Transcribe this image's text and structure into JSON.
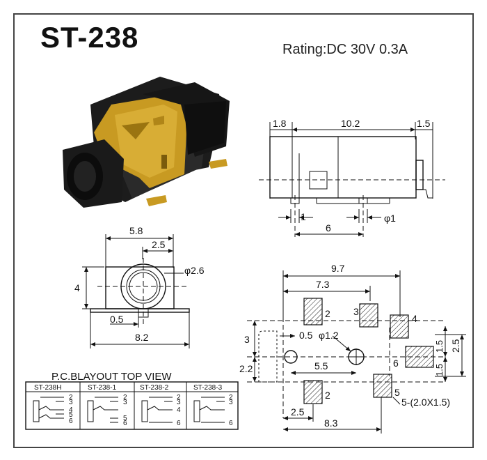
{
  "title": "ST-238",
  "rating": "Rating:DC 30V 0.3A",
  "side_view": {
    "dim_left": "1.8",
    "dim_body": "10.2",
    "dim_right": "1.5",
    "dim_pin_pitch": "1",
    "dim_pin_span": "6",
    "dim_pin_dia": "φ1"
  },
  "front_view": {
    "dim_width": "5.8",
    "dim_center": "2.5",
    "dim_height": "4",
    "dim_hole": "φ2.6",
    "dim_foot": "0.5",
    "dim_total": "8.2"
  },
  "footprint": {
    "dim_97": "9.7",
    "dim_73": "7.3",
    "dim_05": "0.5",
    "dim_phi12": "φ1.2",
    "dim_55": "5.5",
    "dim_3": "3",
    "dim_22": "2.2",
    "dim_25_right": "2.5",
    "dim_15_a": "1.5",
    "dim_15_b": "1.5",
    "dim_25_bottom": "2.5",
    "dim_83": "8.3",
    "pad_note": "5-(2.0X1.5)",
    "pad_labels": [
      "2",
      "3",
      "4",
      "6",
      "2",
      "5"
    ]
  },
  "pcb_layout": {
    "title": "P.C.BLAYOUT TOP VIEW",
    "columns": [
      "ST-238H",
      "ST-238-1",
      "ST-238-2",
      "ST-238-3"
    ],
    "col_pins": [
      [
        "2",
        "3",
        "4",
        "5",
        "6"
      ],
      [
        "2",
        "3",
        "5",
        "6"
      ],
      [
        "2",
        "3",
        "4",
        "6"
      ],
      [
        "2",
        "3",
        "6"
      ]
    ]
  }
}
